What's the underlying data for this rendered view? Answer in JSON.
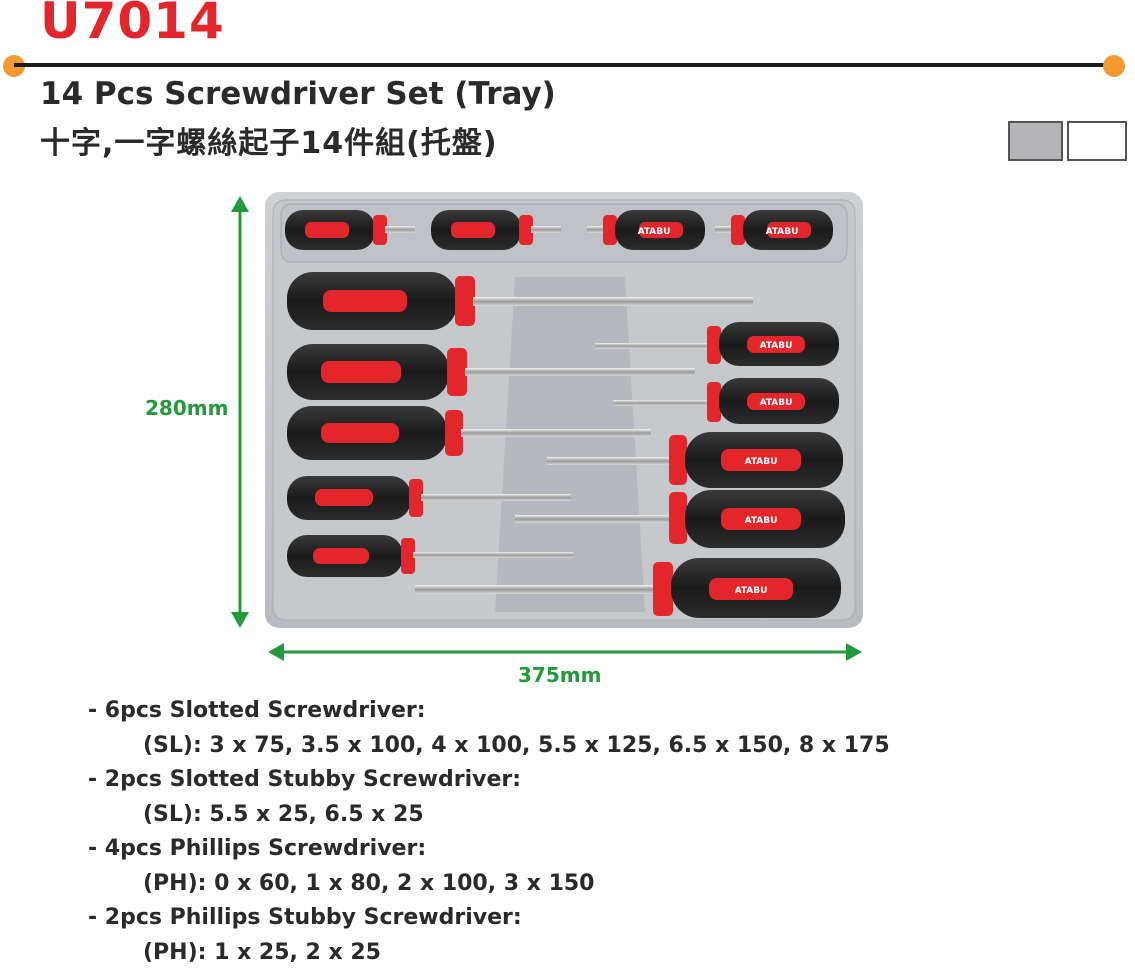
{
  "header": {
    "code": "U7014",
    "title_en": "14 Pcs Screwdriver Set (Tray)",
    "title_zh": "十字,一字螺絲起子14件組(托盤)"
  },
  "swatches": [
    "#b5b5b7",
    "#ffffff"
  ],
  "brand_on_handles": "ATABU",
  "dimensions": {
    "height": "280mm",
    "width": "375mm"
  },
  "specs": [
    {
      "heading": "- 6pcs Slotted Screwdriver:",
      "detail": "(SL): 3 x 75, 3.5 x 100, 4 x 100, 5.5 x 125, 6.5 x 150, 8 x 175"
    },
    {
      "heading": "- 2pcs Slotted Stubby Screwdriver:",
      "detail": "(SL): 5.5 x 25, 6.5 x 25"
    },
    {
      "heading": "- 4pcs Phillips Screwdriver:",
      "detail": "(PH): 0 x 60, 1 x 80, 2 x 100, 3 x 150"
    },
    {
      "heading": "- 2pcs Phillips Stubby Screwdriver:",
      "detail": "(PH): 1 x 25, 2 x 25"
    }
  ],
  "colors": {
    "accent": "#e3262b",
    "dimension": "#239a3c",
    "bullet": "#f39a33"
  }
}
